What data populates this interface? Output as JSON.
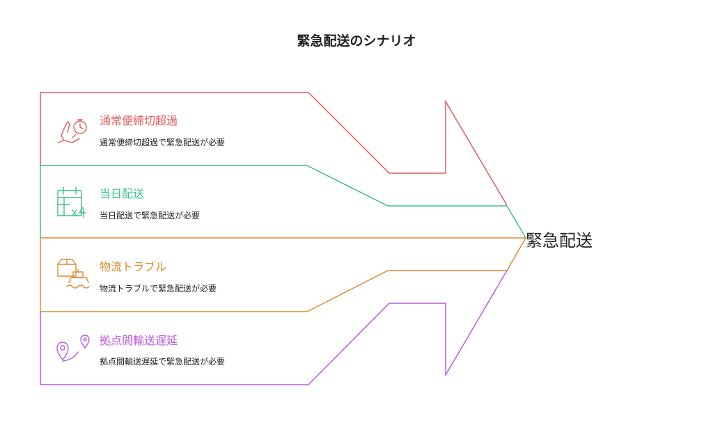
{
  "title": "緊急配送のシナリオ",
  "target_label": "緊急配送",
  "colors": {
    "red": "#e45a5a",
    "green": "#3cc187",
    "orange": "#e08a2e",
    "purple": "#b85ae0"
  },
  "categories": [
    {
      "title": "通常便締切超過",
      "description": "通常便締切超過で緊急配送が必要",
      "icon": "hand-clock-icon",
      "color": "#e45a5a"
    },
    {
      "title": "当日配送",
      "description": "当日配送で緊急配送が必要",
      "icon": "calendar-x4-icon",
      "color": "#3cc187"
    },
    {
      "title": "物流トラブル",
      "description": "物流トラブルで緊急配送が必要",
      "icon": "box-ship-icon",
      "color": "#e08a2e"
    },
    {
      "title": "拠点間輸送遅延",
      "description": "拠点間輸送遅延で緊急配送が必要",
      "icon": "location-pins-icon",
      "color": "#b85ae0"
    }
  ]
}
